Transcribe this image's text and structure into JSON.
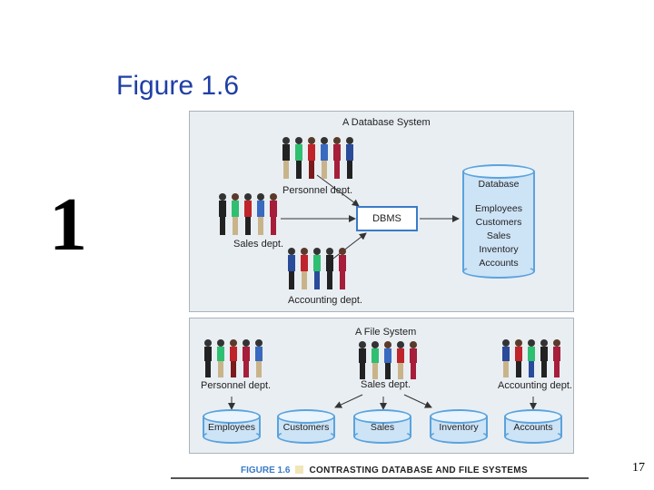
{
  "slide": {
    "title": "Figure 1.6",
    "chapter_number": "1",
    "page_number": "17"
  },
  "database_system": {
    "title": "A Database System",
    "groups": [
      "Personnel dept.",
      "Sales dept.",
      "Accounting dept."
    ],
    "dbms_label": "DBMS",
    "database": {
      "title": "Database",
      "items": [
        "Employees",
        "Customers",
        "Sales",
        "Inventory",
        "Accounts"
      ]
    }
  },
  "file_system": {
    "title": "A File System",
    "groups": [
      "Personnel dept.",
      "Sales dept.",
      "Accounting dept."
    ],
    "files": [
      "Employees",
      "Customers",
      "Sales",
      "Inventory",
      "Accounts"
    ]
  },
  "caption": {
    "figure_label": "FIGURE 1.6",
    "text": "CONTRASTING DATABASE AND FILE SYSTEMS"
  },
  "colors": {
    "title_blue": "#1f3fa6",
    "panel_bg": "#e9eef3",
    "accent_blue": "#3a7bc8",
    "cylinder_fill": "#cde3f6"
  }
}
